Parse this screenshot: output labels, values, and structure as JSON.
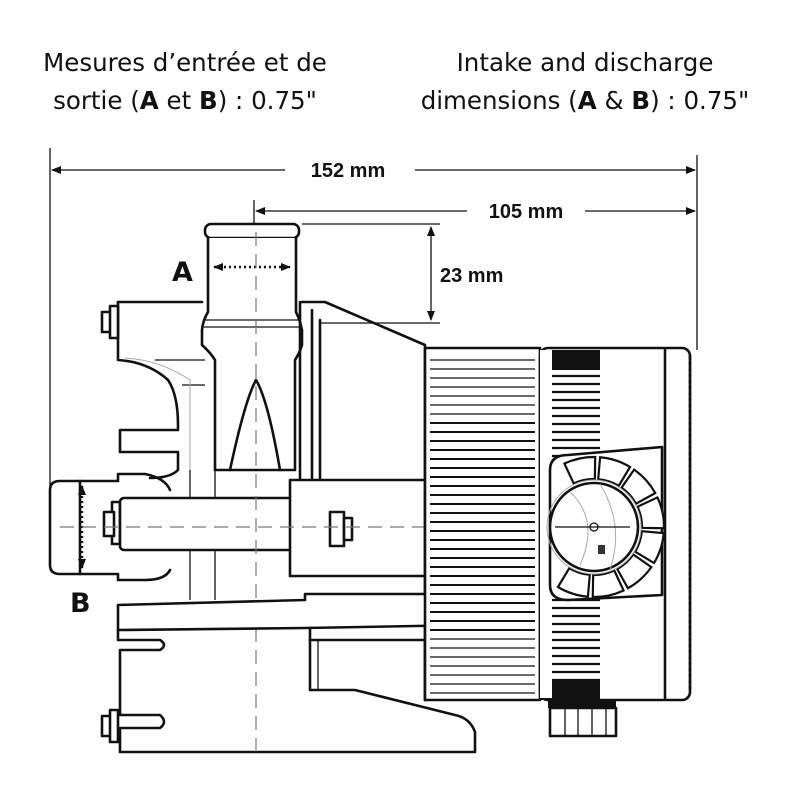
{
  "captions": {
    "french": {
      "line1": "Mesures d’entrée et de",
      "line2_prefix": "sortie (",
      "a": "A",
      "joiner": " et ",
      "b": "B",
      "line2_suffix": ") : 0.75\""
    },
    "english": {
      "line1": "Intake and discharge",
      "line2_prefix": "dimensions (",
      "a": "A",
      "joiner": " & ",
      "b": "B",
      "line2_suffix": ") : 0.75\""
    }
  },
  "dimensions": {
    "overall_length": "152 mm",
    "motor_length": "105 mm",
    "intake_height": "23 mm"
  },
  "labels": {
    "intake": "A",
    "discharge": "B"
  },
  "colors": {
    "line": "#111111",
    "background": "#ffffff"
  }
}
